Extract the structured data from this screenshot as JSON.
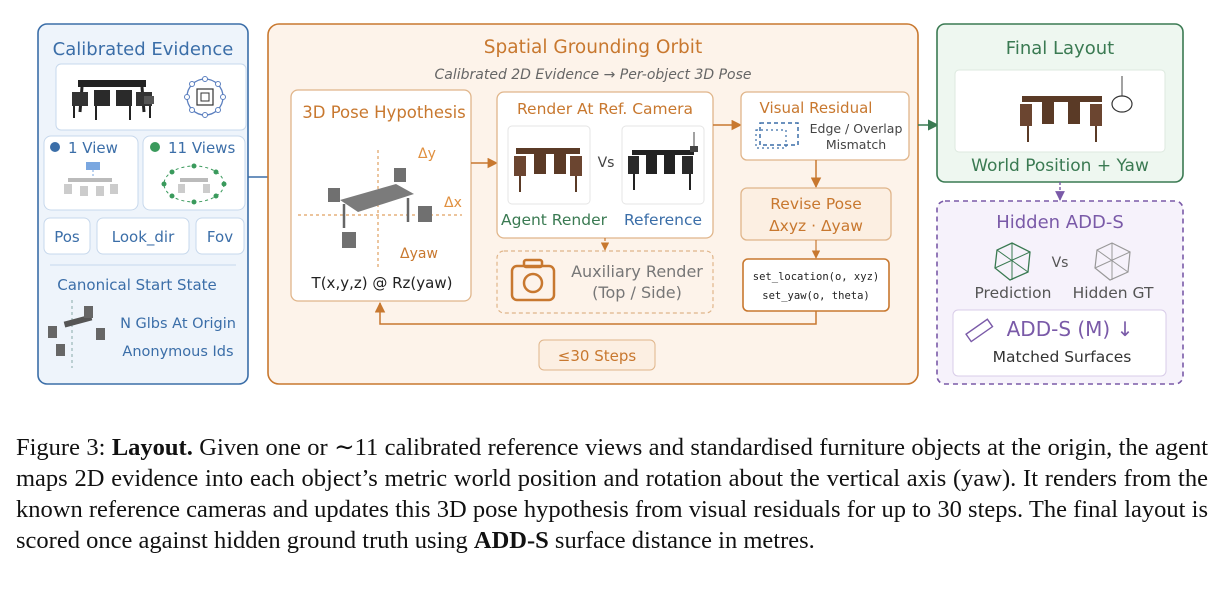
{
  "left_panel": {
    "title": "Calibrated Evidence",
    "one_view": "1 View",
    "eleven_views": "11 Views",
    "pos": "Pos",
    "look_dir": "Look_dir",
    "fov": "Fov",
    "canonical_title": "Canonical Start State",
    "glbs_line1": "N Glbs At Origin",
    "glbs_line2": "Anonymous Ids"
  },
  "orbit": {
    "title": "Spatial Grounding Orbit",
    "subtitle": "Calibrated 2D Evidence → Per-object 3D Pose",
    "hypothesis_title": "3D Pose Hypothesis",
    "axis_dy": "Δy",
    "axis_dx": "Δx",
    "axis_dyaw": "Δyaw",
    "transform": "T(x,y,z) @ Rz(yaw)",
    "render_title": "Render At Ref. Camera",
    "vs": "Vs",
    "agent_render": "Agent Render",
    "reference": "Reference",
    "aux_line1": "Auxiliary Render",
    "aux_line2": "(Top / Side)",
    "residual_title": "Visual Residual",
    "residual_line1": "Edge / Overlap",
    "residual_line2": "Mismatch",
    "revise_title": "Revise Pose",
    "revise_sub": "Δxyz · Δyaw",
    "code_line1": "set_location(o, xyz)",
    "code_line2": "set_yaw(o, theta)",
    "steps": "≤30 Steps"
  },
  "final_layout": {
    "title": "Final Layout",
    "subtitle": "World Position + Yaw"
  },
  "hidden": {
    "title": "Hidden ADD-S",
    "vs": "Vs",
    "prediction": "Prediction",
    "hidden_gt": "Hidden GT",
    "metric": "ADD-S (M) ↓",
    "matched": "Matched Surfaces"
  },
  "caption": {
    "label": "Figure 3:",
    "bold": "Layout.",
    "text_part1": "Given one or ∼11 calibrated reference views and standardised furniture objects at the origin, the agent maps 2D evidence into each object’s metric world position and rotation about the vertical axis (yaw). It renders from the known reference cameras and updates this 3D pose hypothesis from visual residuals for up to 30 steps. The final layout is scored once against hidden ground truth using",
    "bold2": "ADD-S",
    "text_part2": "surface distance in metres."
  },
  "colors": {
    "blue": "#3b6ea8",
    "orange": "#c8782f",
    "green": "#3a7a52",
    "purple": "#7a5aa8",
    "wood": "#5a3a26"
  }
}
